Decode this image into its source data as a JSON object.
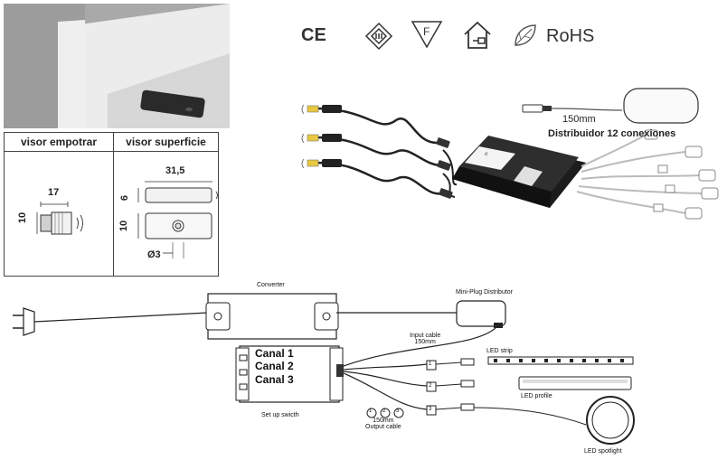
{
  "certifications": {
    "ce": "CE",
    "rohs": "RoHS",
    "icons": [
      "ce-mark-icon",
      "class-iii-icon",
      "f-mark-icon",
      "indoor-use-icon",
      "eco-leaf-icon",
      "rohs-icon"
    ]
  },
  "table": {
    "col1_header": "visor empotrar",
    "col2_header": "visor superficie",
    "flush": {
      "width": "17",
      "height": "10"
    },
    "surface": {
      "length": "31,5",
      "thickness": "6",
      "height": "10",
      "hole": "Ø3"
    }
  },
  "distributor": {
    "cable_length": "150mm",
    "title": "Distribuidor 12 conexiones"
  },
  "wiring": {
    "converter": "Converter",
    "miniplug": "Mini-Plug Distributor",
    "input_cable": "Input cable\n150mm",
    "channels": [
      "Canal 1",
      "Canal 2",
      "Canal 3"
    ],
    "setup_switch": "Set up swicth",
    "output_cable": "150mm\nOutput cable",
    "port_numbers": [
      "1",
      "2",
      "3"
    ],
    "led_strip": "LED strip",
    "led_profile": "LED profile",
    "led_spotlight": "LED spotlight"
  },
  "colors": {
    "line": "#222222",
    "photo_wall": "#e6e6e6",
    "photo_shadow": "#8f8f8f"
  }
}
